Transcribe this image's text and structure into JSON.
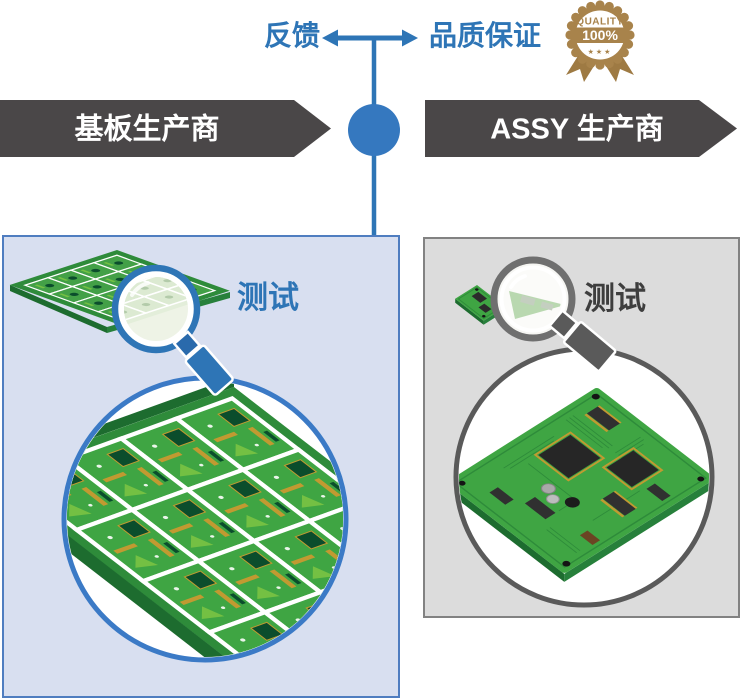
{
  "top": {
    "feedback_label": "反馈",
    "quality_label": "品质保证",
    "badge": {
      "title": "QUALITY",
      "value": "100%",
      "stars": "★★★"
    }
  },
  "banners": {
    "left": "基板生产商",
    "right": "ASSY 生产商"
  },
  "panels": {
    "left": {
      "test_label": "测试"
    },
    "right": {
      "test_label": "测试"
    }
  },
  "colors": {
    "accent_blue": "#2e75b6",
    "node_blue": "#3578bf",
    "banner_gray": "#4a4748",
    "badge_gold": "#a8834b",
    "badge_gold_dark": "#9e7a43",
    "panel_left_bg": "#d8dff0",
    "panel_left_border": "#4f7dc0",
    "panel_right_bg": "#dcdcdc",
    "panel_right_border": "#828282",
    "circle_left_stroke": "#3b7ac6",
    "circle_right_stroke": "#5a5a5a",
    "magnifier_gray": "#6f6f6f",
    "pcb_green": "#3fa543",
    "pcb_green_border": "#2e8b3a",
    "pcb_green_dark": "#1d6c2f",
    "pcb_ic_dark": "#0b4d2c",
    "pcb_gold": "#c19a31"
  }
}
